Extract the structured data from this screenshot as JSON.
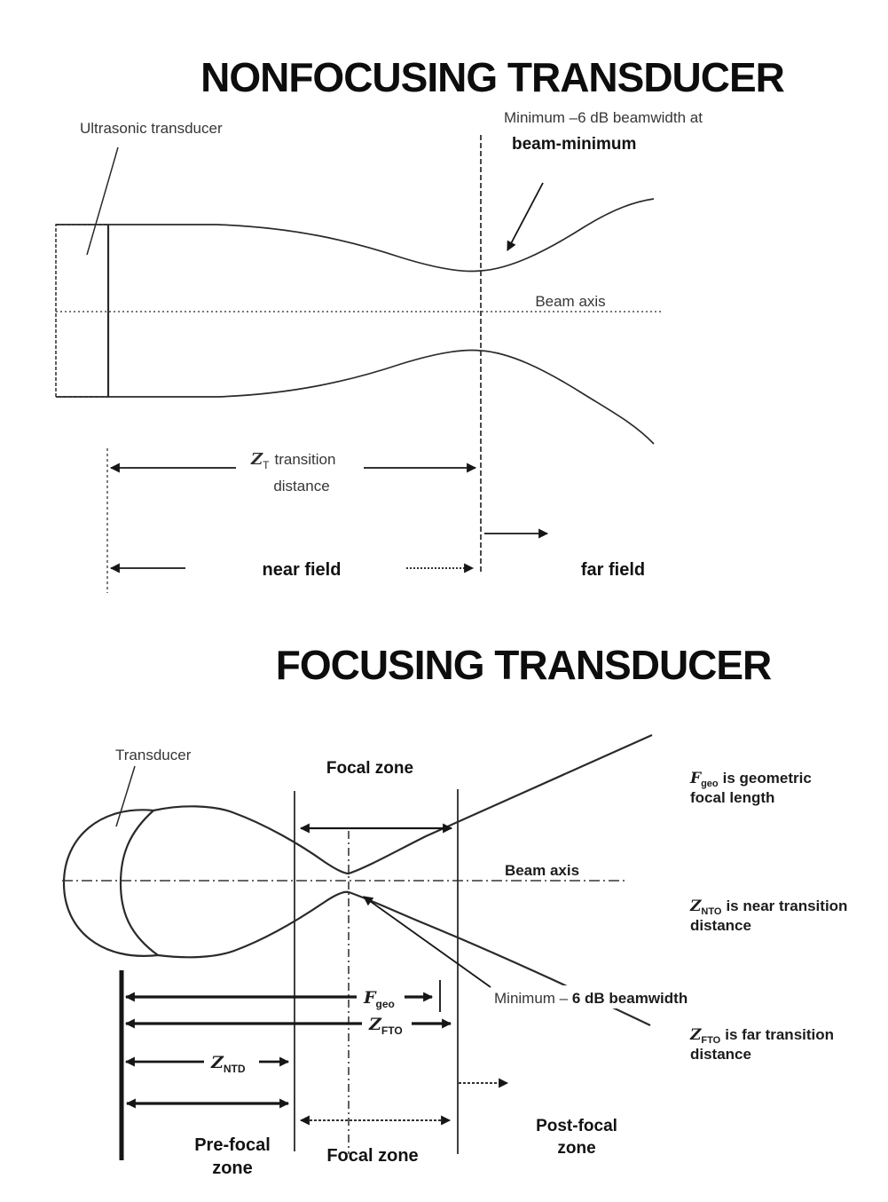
{
  "nonfocusing": {
    "title": "NONFOCUSING TRANSDUCER",
    "transducer_label": "Ultrasonic transducer",
    "beamwidth_note_line1": "Minimum –6 dB beamwidth at",
    "beamwidth_note_line2": "beam-minimum",
    "beam_axis_label": "Beam axis",
    "transition": {
      "symbol": "Z",
      "subscript": "T",
      "text_after": "transition",
      "line2": "distance"
    },
    "near_field_label": "near field",
    "far_field_label": "far field"
  },
  "focusing": {
    "title": "FOCUSING TRANSDUCER",
    "transducer_label": "Transducer",
    "focal_zone_top_label": "Focal zone",
    "beam_axis_label": "Beam axis",
    "min_beamwidth": {
      "prefix": "Minimum – ",
      "bold": "6 dB beamwidth"
    },
    "arrows": {
      "fgeo": {
        "symbol": "F",
        "subscript": "geo"
      },
      "zfto": {
        "symbol": "Z",
        "subscript": "FTO"
      },
      "zntd": {
        "symbol": "Z",
        "subscript": "NTD"
      }
    },
    "zones": {
      "pre_focal_line1": "Pre-focal",
      "pre_focal_line2": "zone",
      "focal_zone_bottom_label": "Focal zone",
      "post_focal_line1": "Post-focal",
      "post_focal_line2": "zone"
    },
    "notes": {
      "fgeo": {
        "symbol": "F",
        "subscript": "geo",
        "text_after": "is geometric",
        "line2": "focal length"
      },
      "znto": {
        "symbol": "Z",
        "subscript": "NTO",
        "text_after": "is near transition",
        "line2": "distance"
      },
      "zfto": {
        "symbol": "Z",
        "subscript": "FTO",
        "text_after": "is far transition",
        "line2": "distance"
      }
    }
  }
}
